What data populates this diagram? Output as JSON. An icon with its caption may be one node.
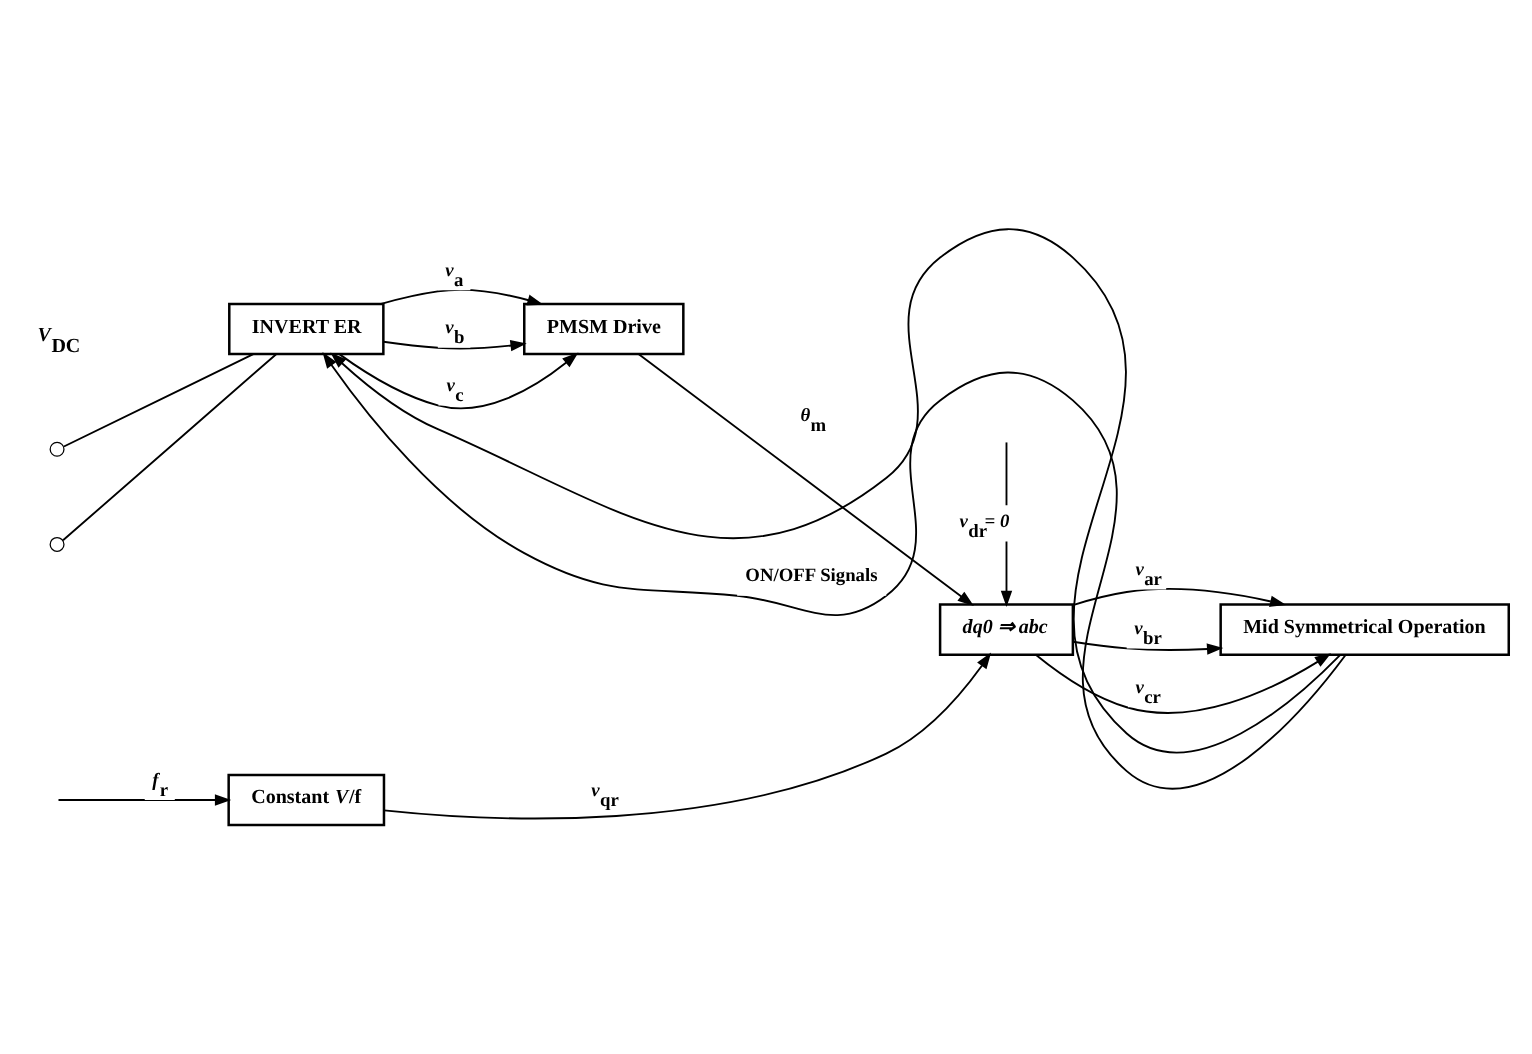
{
  "diagram": {
    "nodes": [
      {
        "text": [
          "Constant *V*/f"
        ]
      },
      {
        "text": [
          "*dq0 ⇒ abc*"
        ]
      },
      {
        "text": [
          "INVERT ER"
        ]
      },
      {
        "text": [
          "PMSM Drive"
        ]
      },
      {
        "text": [
          "Mid Symmetrical Operation"
        ]
      },
      {
        "text": [],
        "shape": "circle"
      },
      {
        "text": [],
        "shape": "circle"
      }
    ],
    "edges": [
      {
        "from": null,
        "to": 0,
        "arrow": "to",
        "label": "*f*$_{r}$"
      },
      {
        "from": 0,
        "to": 1,
        "arrow": "to",
        "label": "*v*$_{qr}$"
      },
      {
        "from": null,
        "to": 1,
        "arrow": "to",
        "label": "*v*$_{dr}$*= 0*"
      },
      {
        "from": 3,
        "to": 1,
        "arrow": "to",
        "label": "*θ*$_{m}$"
      },
      {
        "from": 1,
        "to": 4,
        "arrow": "to",
        "label": "*v*$_{ar}$"
      },
      {
        "from": 1,
        "to": 4,
        "arrow": "to",
        "label": "*v*$_{br}$"
      },
      {
        "from": 1,
        "to": 4,
        "arrow": "to",
        "label": "*v*$_{cr}$"
      },
      {
        "from": 5,
        "to": 2,
        "arrow": "none"
      },
      {
        "from": 6,
        "to": 2,
        "arrow": "none"
      },
      {
        "from": 2,
        "to": 3,
        "arrow": "to",
        "label": "*v*$_{a}$"
      },
      {
        "from": 2,
        "to": 3,
        "arrow": "to",
        "label": "*v*$_{b}$"
      },
      {
        "from": 2,
        "to": 3,
        "arrow": "to",
        "label": "*v*$_{c}$"
      },
      {
        "from": 4,
        "to": 2,
        "arrow": "to"
      },
      {
        "from": 4,
        "to": 2,
        "arrow": "to",
        "label": "ON/OFF Signals"
      }
    ],
    "labels": [
      "*V*$_{DC}$"
    ]
  }
}
